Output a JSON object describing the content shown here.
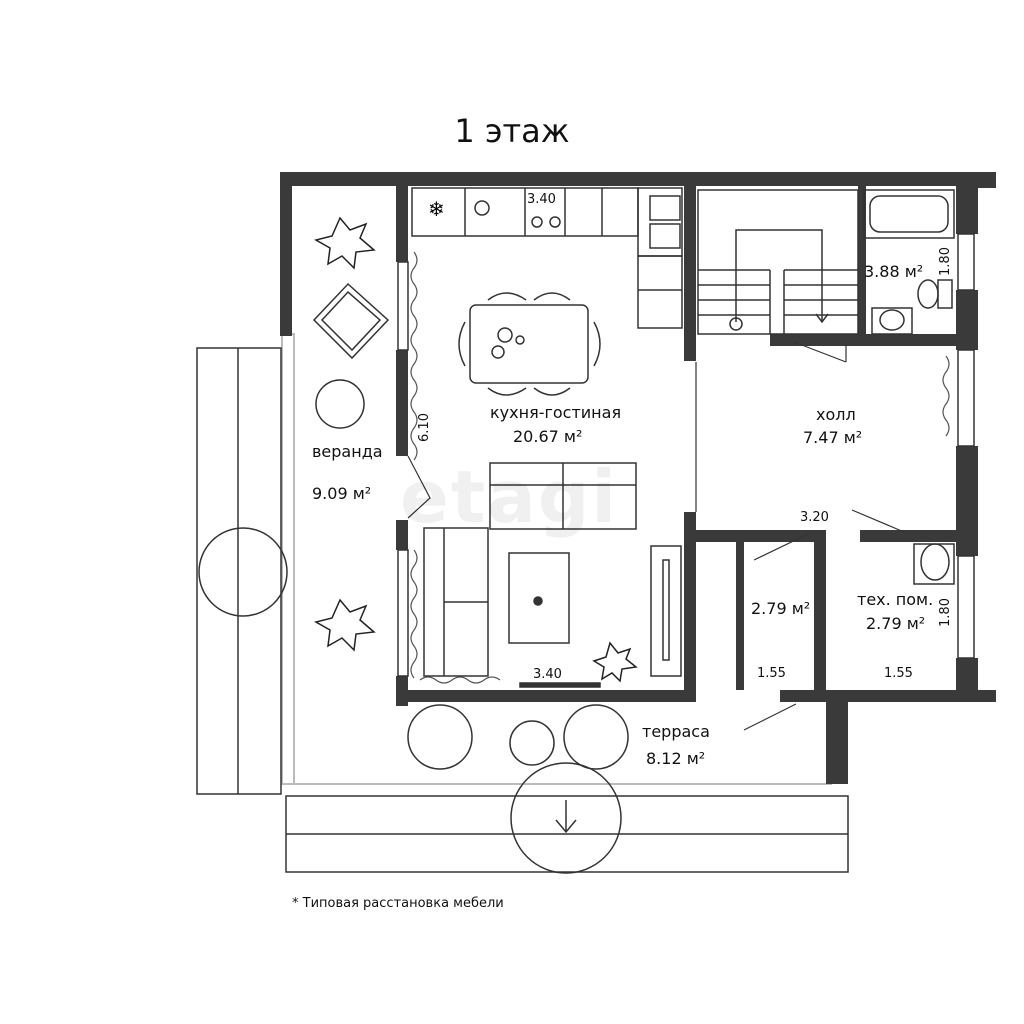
{
  "title": "1 этаж",
  "watermark": "etagi",
  "footnote": "* Типовая расстановка мебели",
  "rooms": {
    "kitchen_living": {
      "name": "кухня-гостиная",
      "area": "20.67 м²"
    },
    "veranda": {
      "name": "веранда",
      "area": "9.09 м²"
    },
    "hall": {
      "name": "холл",
      "area": "7.47 м²"
    },
    "bathroom": {
      "area": "3.88 м²"
    },
    "storage": {
      "area": "2.79 м²"
    },
    "tech_room": {
      "name": "тех. пом.",
      "area": "2.79 м²"
    },
    "terrace": {
      "name": "терраса",
      "area": "8.12 м²"
    }
  },
  "dimensions": {
    "kitchen_top": "3.40",
    "kitchen_bottom": "3.40",
    "kitchen_side": "6.10",
    "hall_width": "3.20",
    "bath_side": "1.80",
    "tech_side": "1.80",
    "storage_width": "1.55",
    "tech_width": "1.55"
  },
  "colors": {
    "wall": "#3a3a3a",
    "line": "#222222",
    "floor": "#ffffff"
  }
}
